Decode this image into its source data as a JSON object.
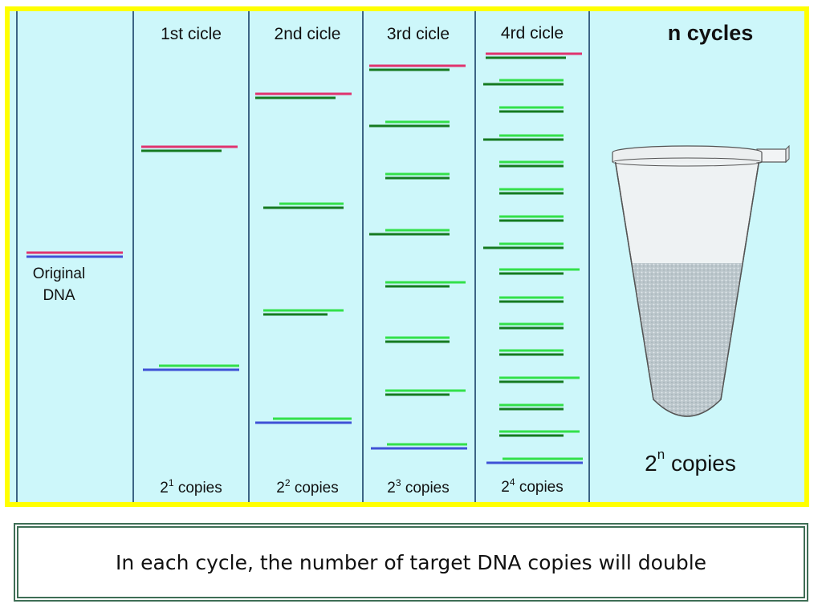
{
  "columns": {
    "original": {
      "label_line1": "Original",
      "label_line2": "DNA"
    },
    "cycle1": {
      "title": "1st cicle",
      "copies_base": "2",
      "copies_exp": "1",
      "copies_word": "copies",
      "strand_count": 2
    },
    "cycle2": {
      "title": "2nd cicle",
      "copies_base": "2",
      "copies_exp": "2",
      "copies_word": "copies",
      "strand_count": 4
    },
    "cycle3": {
      "title": "3rd cicle",
      "copies_base": "2",
      "copies_exp": "3",
      "copies_word": "copies",
      "strand_count": 8
    },
    "cycle4": {
      "title": "4rd cicle",
      "copies_base": "2",
      "copies_exp": "4",
      "copies_word": "copies",
      "strand_count": 16
    },
    "n": {
      "title": "n cycles",
      "copies_base": "2",
      "copies_exp": "n",
      "copies_word": "copies"
    }
  },
  "colors": {
    "background": "#cdf7fa",
    "frame": "#ffff00",
    "original_strand": "#e0336e",
    "template_strand": "#3f51d6",
    "new_strand_light": "#33e04a",
    "new_strand_dark": "#157a20",
    "divider": "#3d6585",
    "caption_border": "#3e6e55"
  },
  "caption": "In each cycle, the number of target DNA copies will double"
}
